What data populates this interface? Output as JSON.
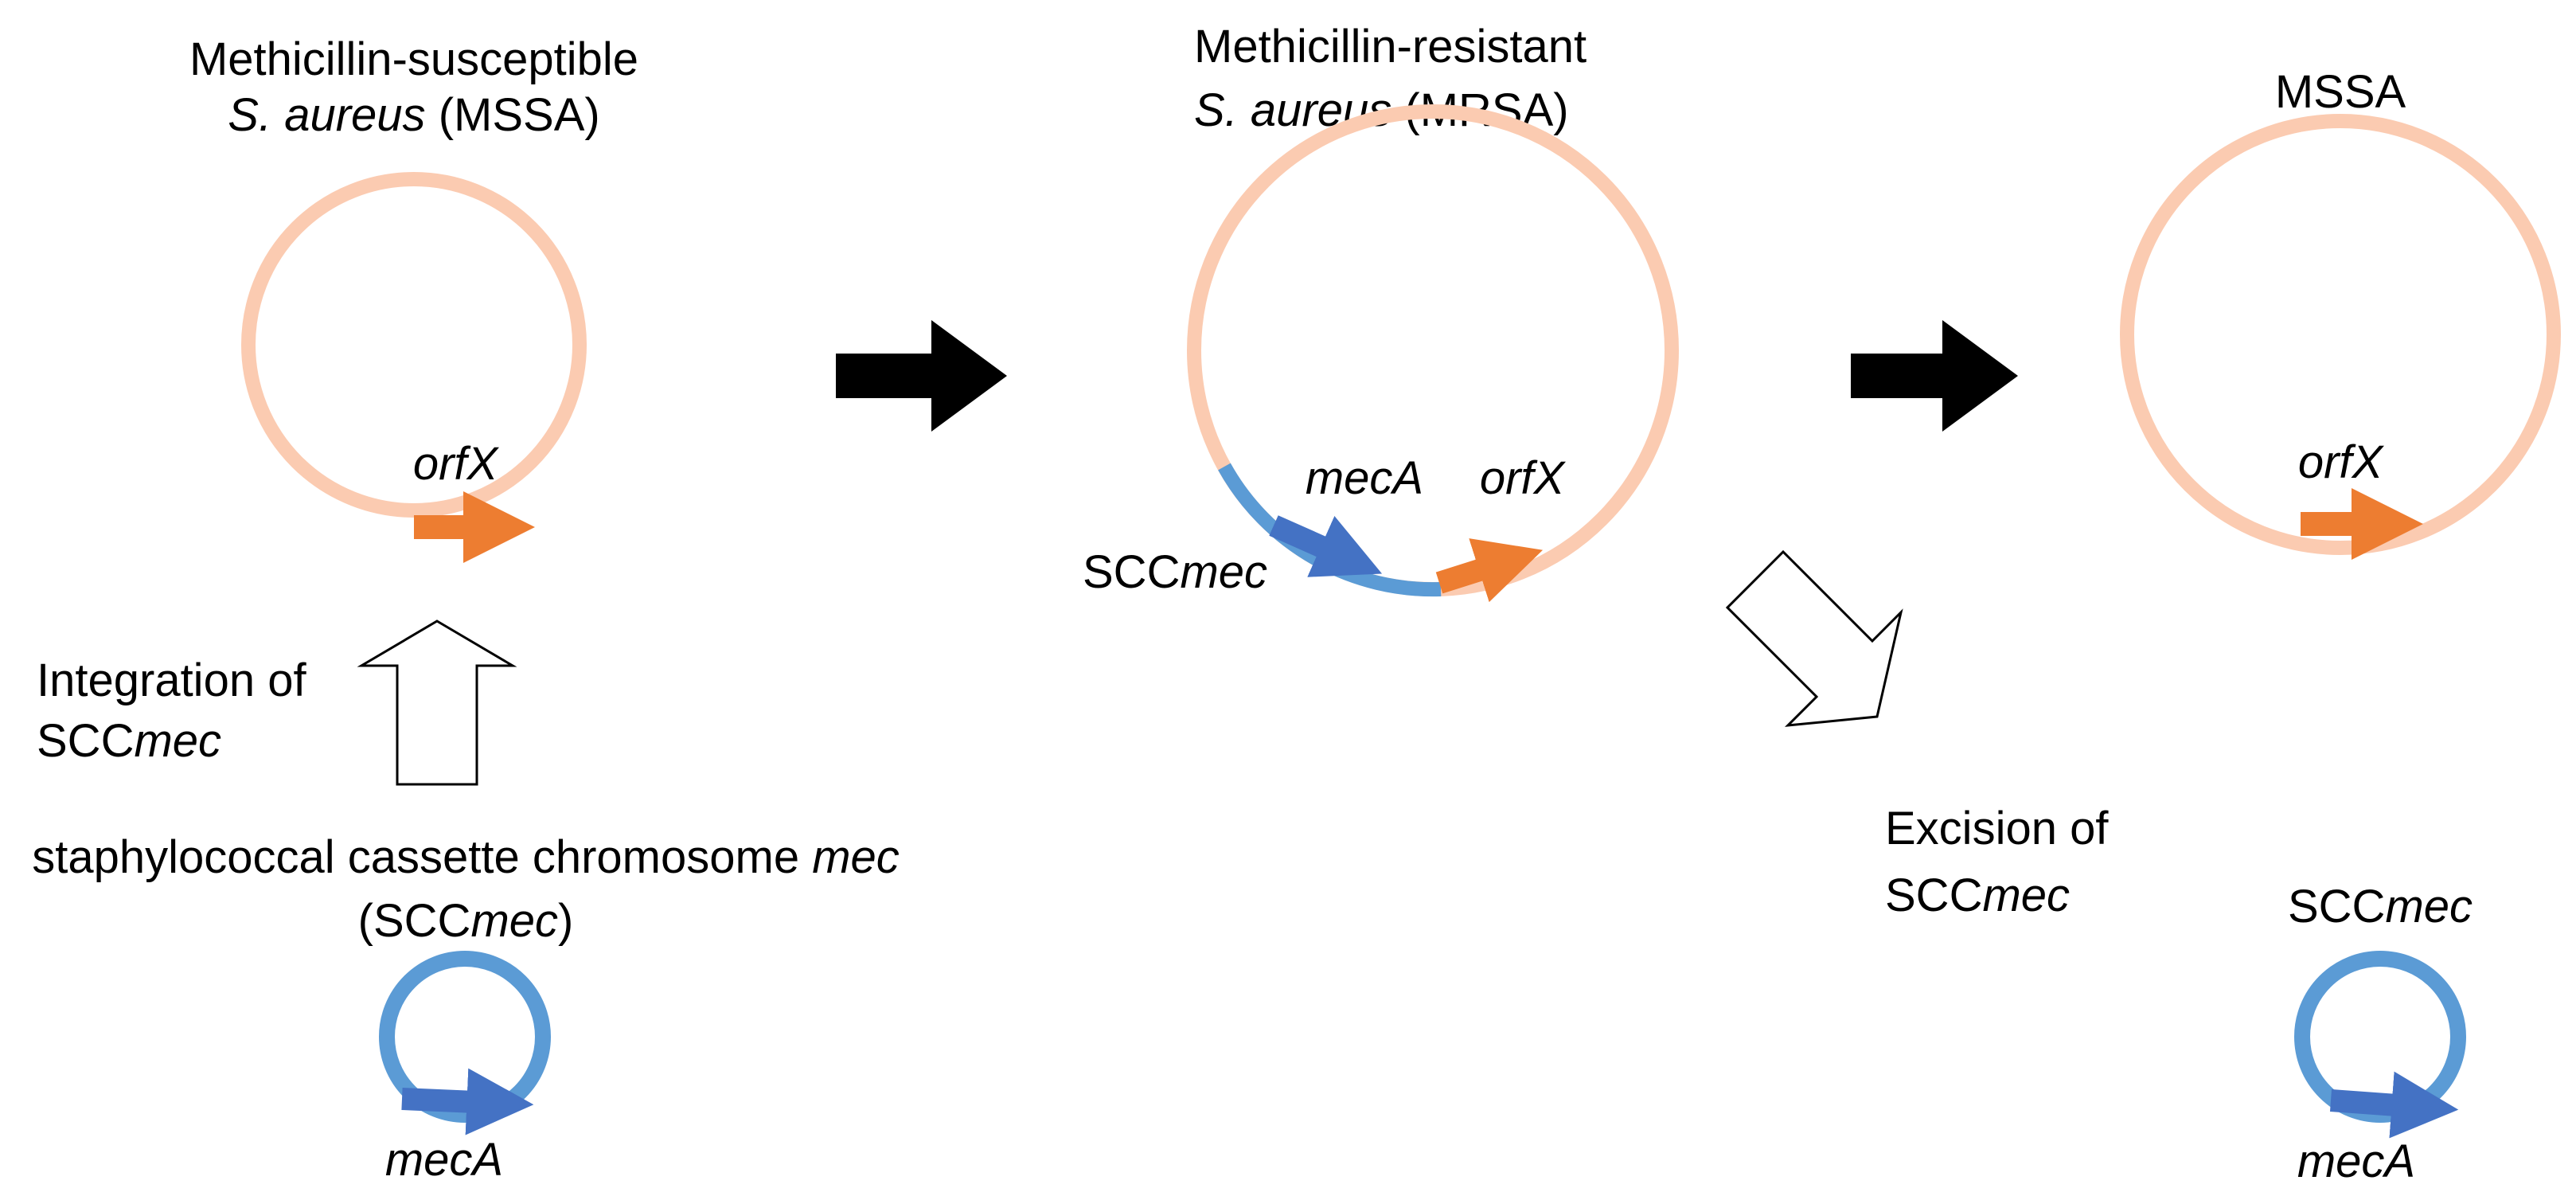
{
  "colors": {
    "chromosome": "#fbcbb1",
    "scc_ring": "#5b9bd5",
    "mecA_arrow": "#4472c4",
    "orfX_arrow": "#ed7d31",
    "process_arrow": "#000000",
    "outline_arrow": "#000000"
  },
  "mssa": {
    "title_line1": "Methicillin-susceptible",
    "species": "S. aureus",
    "abbrev": "(MSSA)",
    "gene": "orfX"
  },
  "mrsa": {
    "title_line1": "Methicillin-resistant",
    "species": "S. aureus",
    "abbrev": "(MRSA)",
    "gene_mecA": "mecA",
    "gene_orfX": "orfX",
    "scc_prefix": "SCC",
    "scc_suffix": "mec"
  },
  "mssa_right": {
    "title": "MSSA",
    "gene": "orfX"
  },
  "integration": {
    "line1": "Integration of",
    "scc_prefix": "SCC",
    "scc_suffix": "mec"
  },
  "cassette": {
    "line1_prefix": "staphylococcal cassette chromosome ",
    "line1_suffix": "mec",
    "paren_open": "(SCC",
    "paren_mec": "mec",
    "paren_close": ")",
    "gene": "mecA"
  },
  "excision": {
    "line1": "Excision of",
    "scc_prefix": "SCC",
    "scc_suffix": "mec"
  },
  "excised": {
    "scc_prefix": "SCC",
    "scc_suffix": "mec",
    "gene": "mecA"
  },
  "icons": {
    "process_arrow": "right-arrow-solid",
    "integration_arrow": "up-arrow-outline",
    "excision_arrow": "down-right-arrow-outline"
  }
}
